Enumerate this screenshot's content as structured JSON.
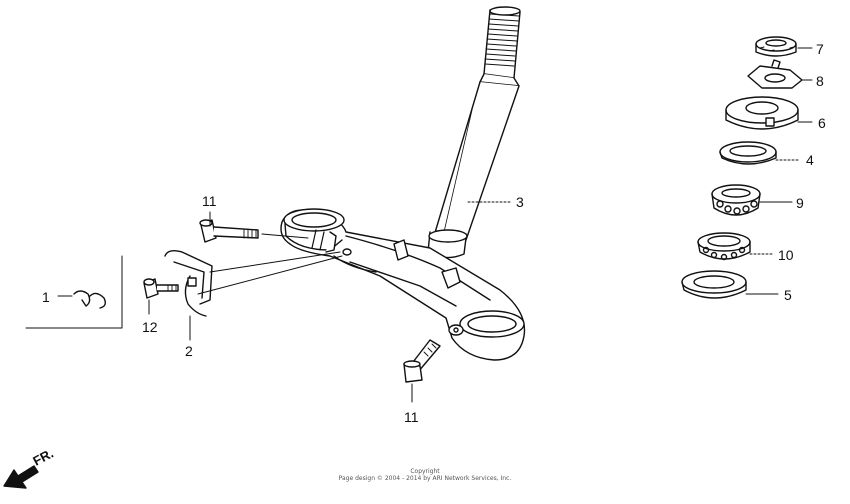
{
  "diagram": {
    "callouts": [
      {
        "id": "1",
        "text": "1"
      },
      {
        "id": "2",
        "text": "2"
      },
      {
        "id": "3",
        "text": "3"
      },
      {
        "id": "4",
        "text": "4"
      },
      {
        "id": "5",
        "text": "5"
      },
      {
        "id": "6",
        "text": "6"
      },
      {
        "id": "7",
        "text": "7"
      },
      {
        "id": "8",
        "text": "8"
      },
      {
        "id": "9",
        "text": "9"
      },
      {
        "id": "10",
        "text": "10"
      },
      {
        "id": "11a",
        "text": "11"
      },
      {
        "id": "11b",
        "text": "11"
      },
      {
        "id": "12",
        "text": "12"
      }
    ],
    "direction_label": "FR.",
    "copyright_title": "Copyright",
    "copyright_line": "Page design © 2004 - 2014 by ARI Network Services, Inc."
  }
}
